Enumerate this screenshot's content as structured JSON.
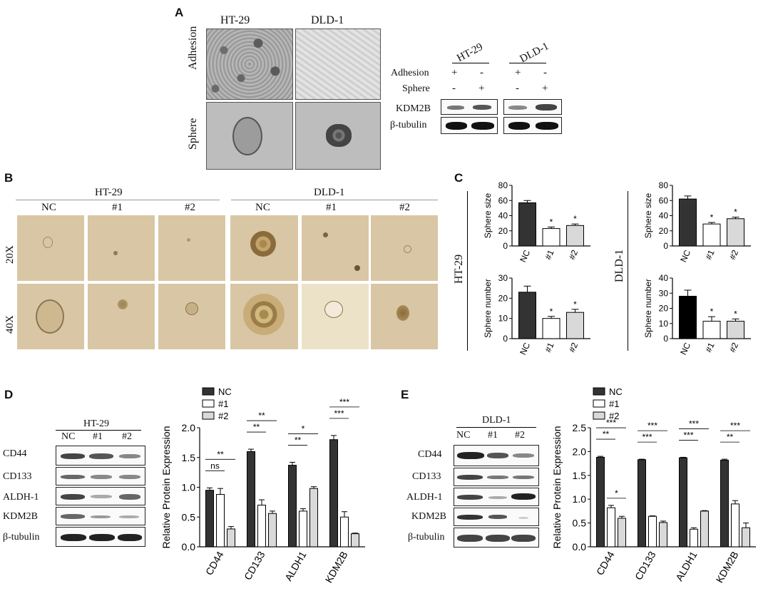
{
  "panels": {
    "A": "A",
    "B": "B",
    "C": "C",
    "D": "D",
    "E": "E"
  },
  "A": {
    "col_labels": [
      "HT-29",
      "DLD-1"
    ],
    "row_labels": [
      "Adhesion",
      "Sphere"
    ],
    "blot_cells": [
      "HT-29",
      "DLD-1"
    ],
    "cond_labels": [
      "Adhesion",
      "Sphere"
    ],
    "adhesion_signs": [
      "+",
      "-",
      "+",
      "-"
    ],
    "sphere_signs": [
      "-",
      "+",
      "-",
      "+"
    ],
    "blot_rows": [
      "KDM2B",
      "β-tubulin"
    ]
  },
  "B": {
    "groups": [
      "HT-29",
      "DLD-1"
    ],
    "col_labels": [
      "NC",
      "#1",
      "#2",
      "NC",
      "#1",
      "#2"
    ],
    "row_labels": [
      "20X",
      "40X"
    ]
  },
  "D": {
    "cell": "HT-29",
    "lanes": [
      "NC",
      "#1",
      "#2"
    ],
    "rows": [
      "CD44",
      "CD133",
      "ALDH-1",
      "KDM2B",
      "β-tubulin"
    ]
  },
  "E": {
    "cell": "DLD-1",
    "lanes": [
      "NC",
      "#1",
      "#2"
    ],
    "rows": [
      "CD44",
      "CD133",
      "ALDH-1",
      "KDM2B",
      "β-tubulin"
    ]
  },
  "colors": {
    "NC": "#333333",
    "#1": "#ffffff",
    "#2": "#d9d9d9",
    "black": "#000000"
  },
  "chart_data": [
    {
      "id": "C-HT29-size",
      "type": "bar",
      "ylabel": "Sphere size",
      "side_label": "HT-29",
      "categories": [
        "NC",
        "#1",
        "#2"
      ],
      "values": [
        57,
        23,
        27
      ],
      "errors": [
        3,
        2,
        2
      ],
      "sig": [
        "",
        "*",
        "*"
      ],
      "ylim": [
        0,
        80
      ],
      "yticks": [
        0,
        20,
        40,
        60,
        80
      ]
    },
    {
      "id": "C-HT29-number",
      "type": "bar",
      "ylabel": "Sphere number",
      "side_label": "HT-29",
      "categories": [
        "NC",
        "#1",
        "#2"
      ],
      "values": [
        23,
        10,
        13
      ],
      "errors": [
        3,
        1,
        1.5
      ],
      "sig": [
        "",
        "*",
        "*"
      ],
      "ylim": [
        0,
        30
      ],
      "yticks": [
        0,
        10,
        20,
        30
      ]
    },
    {
      "id": "C-DLD1-size",
      "type": "bar",
      "ylabel": "Sphere size",
      "side_label": "DLD-1",
      "categories": [
        "NC",
        "#1",
        "#2"
      ],
      "values": [
        62,
        29,
        36
      ],
      "errors": [
        4,
        2,
        2
      ],
      "sig": [
        "",
        "*",
        "*"
      ],
      "ylim": [
        0,
        80
      ],
      "yticks": [
        0,
        20,
        40,
        60,
        80
      ]
    },
    {
      "id": "C-DLD1-number",
      "type": "bar",
      "ylabel": "Sphere number",
      "side_label": "DLD-1",
      "categories": [
        "NC",
        "#1",
        "#2"
      ],
      "values": [
        28,
        11.5,
        11.5
      ],
      "errors": [
        4,
        3,
        1.5
      ],
      "sig": [
        "",
        "*",
        "*"
      ],
      "ylim": [
        0,
        40
      ],
      "yticks": [
        0,
        10,
        20,
        30,
        40
      ]
    },
    {
      "id": "D-chart",
      "type": "bar",
      "ylabel": "Relative Protein Expression",
      "categories": [
        "CD44",
        "CD133",
        "ALDH1",
        "KDM2B"
      ],
      "series": [
        {
          "name": "NC",
          "values": [
            0.95,
            1.6,
            1.37,
            1.8
          ],
          "errors": [
            0.04,
            0.04,
            0.05,
            0.07
          ]
        },
        {
          "name": "#1",
          "values": [
            0.88,
            0.7,
            0.6,
            0.5
          ],
          "errors": [
            0.1,
            0.09,
            0.04,
            0.09
          ]
        },
        {
          "name": "#2",
          "values": [
            0.3,
            0.56,
            0.98,
            0.22
          ],
          "errors": [
            0.04,
            0.04,
            0.03,
            0.01
          ]
        }
      ],
      "sig": [
        {
          "text": "**",
          "group": 0,
          "from": 0,
          "to": 2,
          "level": 1
        },
        {
          "text": "ns",
          "group": 0,
          "from": 0,
          "to": 1,
          "level": 0
        },
        {
          "text": "**",
          "group": 1,
          "from": 0,
          "to": 2,
          "level": 1
        },
        {
          "text": "**",
          "group": 1,
          "from": 0,
          "to": 1,
          "level": 0
        },
        {
          "text": "*",
          "group": 2,
          "from": 0,
          "to": 2,
          "level": 1
        },
        {
          "text": "**",
          "group": 2,
          "from": 0,
          "to": 1,
          "level": 0
        },
        {
          "text": "***",
          "group": 3,
          "from": 0,
          "to": 2,
          "level": 1
        },
        {
          "text": "***",
          "group": 3,
          "from": 0,
          "to": 1,
          "level": 0
        }
      ],
      "ylim": [
        0,
        2.0
      ],
      "yticks": [
        "0.0",
        "0.5",
        "1.0",
        "1.5",
        "2.0"
      ]
    },
    {
      "id": "E-chart",
      "type": "bar",
      "ylabel": "Relative Protein Expression",
      "categories": [
        "CD44",
        "CD133",
        "ALDH1",
        "KDM2B"
      ],
      "series": [
        {
          "name": "NC",
          "values": [
            1.88,
            1.83,
            1.87,
            1.82
          ],
          "errors": [
            0.02,
            0.01,
            0.01,
            0.02
          ]
        },
        {
          "name": "#1",
          "values": [
            0.82,
            0.64,
            0.37,
            0.9
          ],
          "errors": [
            0.05,
            0.01,
            0.03,
            0.07
          ]
        },
        {
          "name": "#2",
          "values": [
            0.6,
            0.51,
            0.75,
            0.4
          ],
          "errors": [
            0.04,
            0.03,
            0.01,
            0.1
          ]
        }
      ],
      "sig": [
        {
          "text": "***",
          "group": 0,
          "from": 0,
          "to": 2,
          "level": 1
        },
        {
          "text": "**",
          "group": 0,
          "from": 0,
          "to": 1,
          "level": 0
        },
        {
          "text": "*",
          "group": 0,
          "from": 1,
          "to": 2,
          "level": -1
        },
        {
          "text": "***",
          "group": 1,
          "from": 0,
          "to": 2,
          "level": 1
        },
        {
          "text": "***",
          "group": 1,
          "from": 0,
          "to": 1,
          "level": 0
        },
        {
          "text": "***",
          "group": 2,
          "from": 0,
          "to": 2,
          "level": 1
        },
        {
          "text": "***",
          "group": 2,
          "from": 0,
          "to": 1,
          "level": 0
        },
        {
          "text": "***",
          "group": 3,
          "from": 0,
          "to": 2,
          "level": 1
        },
        {
          "text": "**",
          "group": 3,
          "from": 0,
          "to": 1,
          "level": 0
        }
      ],
      "ylim": [
        0,
        2.5
      ],
      "yticks": [
        "0.0",
        "0.5",
        "1.0",
        "1.5",
        "2.0",
        "2.5"
      ]
    }
  ]
}
